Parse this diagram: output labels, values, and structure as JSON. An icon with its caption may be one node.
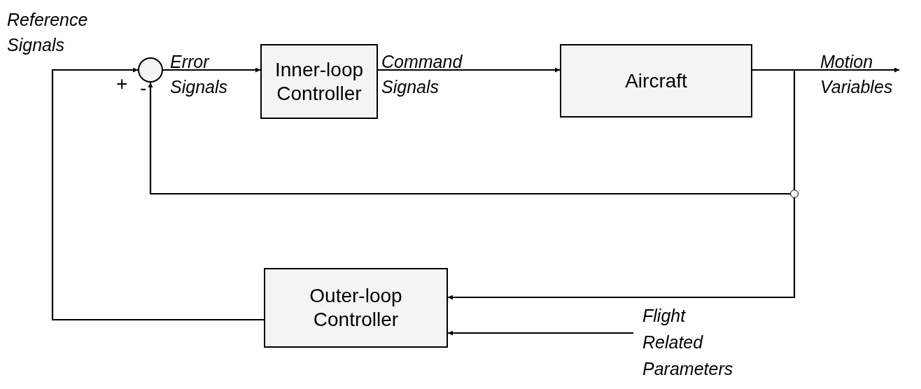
{
  "diagram": {
    "nodes": [
      {
        "text": [],
        "shape": "circle"
      },
      {
        "text": [
          "Inner-loop Controller"
        ]
      },
      {
        "text": [
          "Aircraft"
        ]
      },
      {
        "text": [],
        "shape": "circle"
      },
      {
        "text": [
          "Outer-loop Controller"
        ]
      }
    ],
    "edges": [
      {
        "from": 4,
        "to": 0,
        "arrow": "to",
        "label": "Reference Signals"
      },
      {
        "from": 0,
        "to": 1,
        "arrow": "to",
        "label": "Error Signals"
      },
      {
        "from": 1,
        "to": 2,
        "arrow": "to",
        "label": "Command Signals"
      },
      {
        "from": 2,
        "to": null,
        "arrow": "to",
        "label": "Motion Variables"
      },
      {
        "from": 2,
        "to": 3,
        "arrow": "none"
      },
      {
        "from": 3,
        "to": 0,
        "arrow": "to"
      },
      {
        "from": 3,
        "to": 4,
        "arrow": "to"
      },
      {
        "from": null,
        "to": 4,
        "arrow": "to",
        "label": "Flight Related Parameters"
      }
    ],
    "labels": [
      "+",
      "-"
    ]
  }
}
